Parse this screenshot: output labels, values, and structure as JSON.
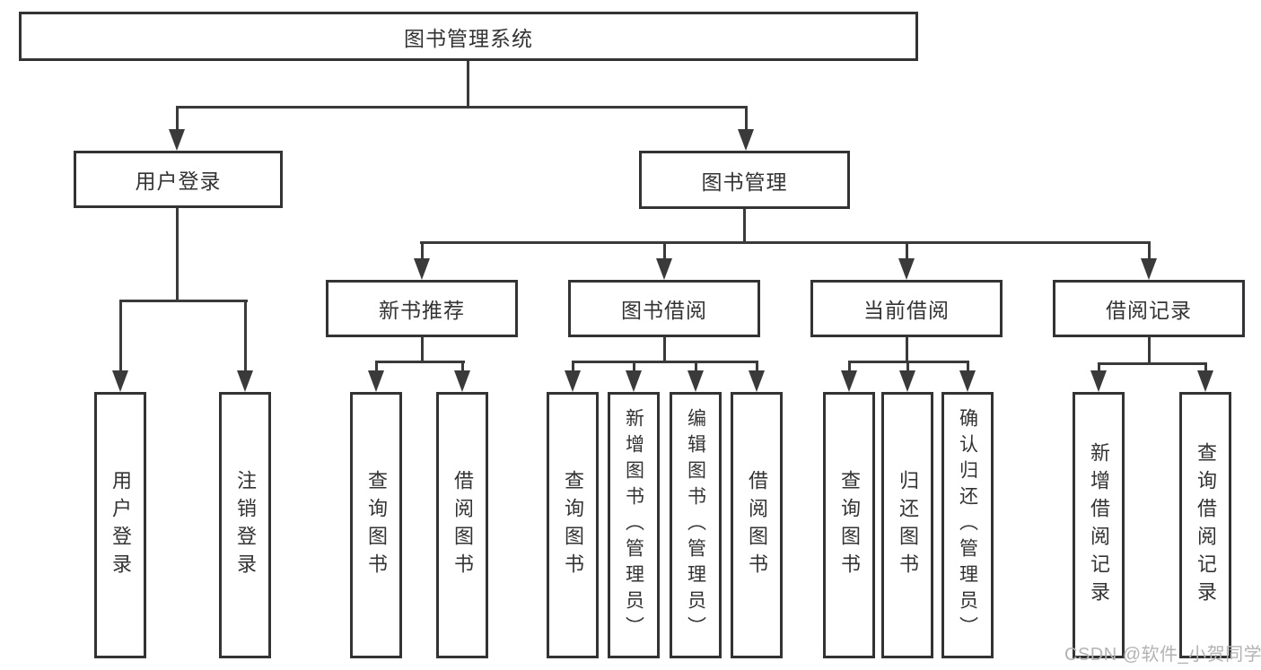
{
  "colors": {
    "background": "#ffffff",
    "box_border": "#333333",
    "connector_line": "#3a3a3a",
    "text": "#333333",
    "watermark": "#b3b3b3"
  },
  "diagram": {
    "root": {
      "label": "图书管理系统"
    },
    "branches": [
      {
        "label": "用户登录",
        "children": [
          {
            "label": "用户登录"
          },
          {
            "label": "注销登录"
          }
        ]
      },
      {
        "label": "图书管理",
        "children": [
          {
            "label": "新书推荐",
            "children": [
              {
                "label": "查询图书"
              },
              {
                "label": "借阅图书"
              }
            ]
          },
          {
            "label": "图书借阅",
            "children": [
              {
                "label": "查询图书"
              },
              {
                "label": "新增图书（管理员）"
              },
              {
                "label": "编辑图书（管理员）"
              },
              {
                "label": "借阅图书"
              }
            ]
          },
          {
            "label": "当前借阅",
            "children": [
              {
                "label": "查询图书"
              },
              {
                "label": "归还图书"
              },
              {
                "label": "确认归还（管理员）"
              }
            ]
          },
          {
            "label": "借阅记录",
            "children": [
              {
                "label": "新增借阅记录"
              },
              {
                "label": "查询借阅记录"
              }
            ]
          }
        ]
      }
    ],
    "watermark": "CSDN @软件_小贺同学"
  }
}
